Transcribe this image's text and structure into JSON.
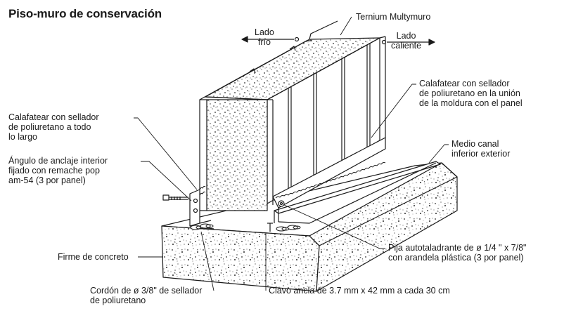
{
  "title": "Piso-muro de conservación",
  "labels": {
    "ternium": "Ternium Multymuro",
    "lado_frio": [
      "Lado",
      "frío"
    ],
    "lado_caliente": [
      "Lado",
      "caliente"
    ],
    "calafatear_union": [
      "Calafatear con sellador",
      "de poliuretano en la unión",
      "de la moldura con el panel"
    ],
    "calafatear_largo": [
      "Calafatear con sellador",
      "de poliuretano a todo",
      "lo largo"
    ],
    "medio_canal": [
      "Medio canal",
      "inferior exterior"
    ],
    "angulo": [
      "Ángulo de anclaje interior",
      "fijado con remache pop",
      "am-54 (3 por panel)"
    ],
    "firme": "Firme de concreto",
    "pija": [
      "Pija autotaladrante de ø 1/4 \" x 7/8\"",
      "con arandela plástica (3 por panel)"
    ],
    "cordon": [
      "Cordón de ø 3/8\" de sellador",
      "de poliuretano"
    ],
    "clavo": "Clavo ancla de 3.7 mm x 42 mm a cada 30 cm"
  },
  "colors": {
    "line": "#1a1a1a",
    "fill": "#ffffff",
    "speckle": "#2a2a2a"
  }
}
